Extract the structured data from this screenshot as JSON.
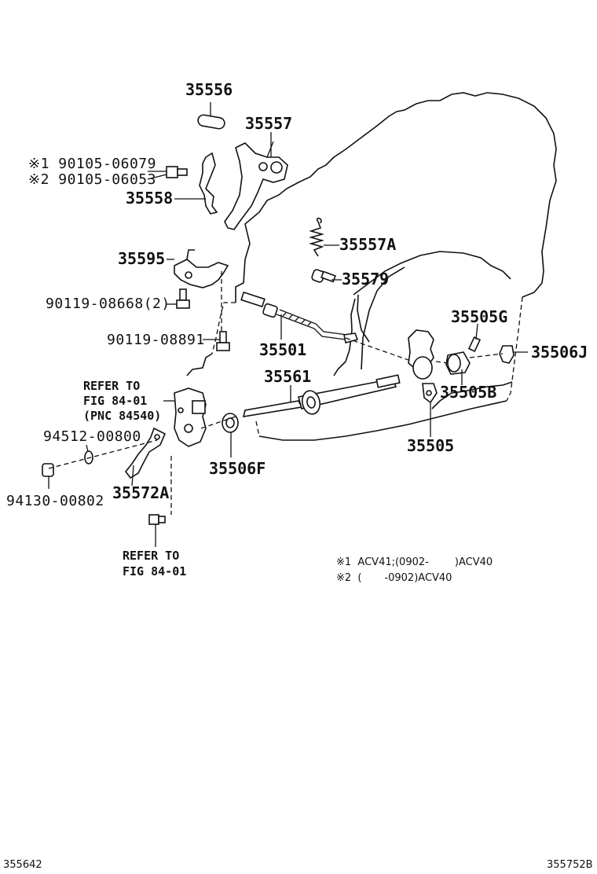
{
  "parts": {
    "p35556": "35556",
    "p35557": "35557",
    "p90105_06079": "※1 90105-06079",
    "p90105_06053": "※2 90105-06053",
    "p35558": "35558",
    "p35557A": "35557A",
    "p35595": "35595",
    "p35579": "35579",
    "p90119_08668": "90119-08668(2)",
    "p90119_08891": "90119-08891",
    "p35501": "35501",
    "p35505G": "35505G",
    "p35506J": "35506J",
    "p35561": "35561",
    "p35505B": "35505B",
    "p94512_00800": "94512-00800",
    "p35505": "35505",
    "p35506F": "35506F",
    "p35572A": "35572A",
    "p94130_00802": "94130-00802"
  },
  "refs": {
    "ref1_line1": "REFER TO",
    "ref1_line2": "FIG 84-01",
    "ref1_line3": "(PNC 84540)",
    "ref2_line1": "REFER TO",
    "ref2_line2": "FIG 84-01"
  },
  "notes": {
    "note1": "※1  ACV41;(0902-        )ACV40",
    "note2": "※2  (       -0902)ACV40"
  },
  "footer": {
    "left_code": "355642",
    "right_code": "355752B"
  }
}
